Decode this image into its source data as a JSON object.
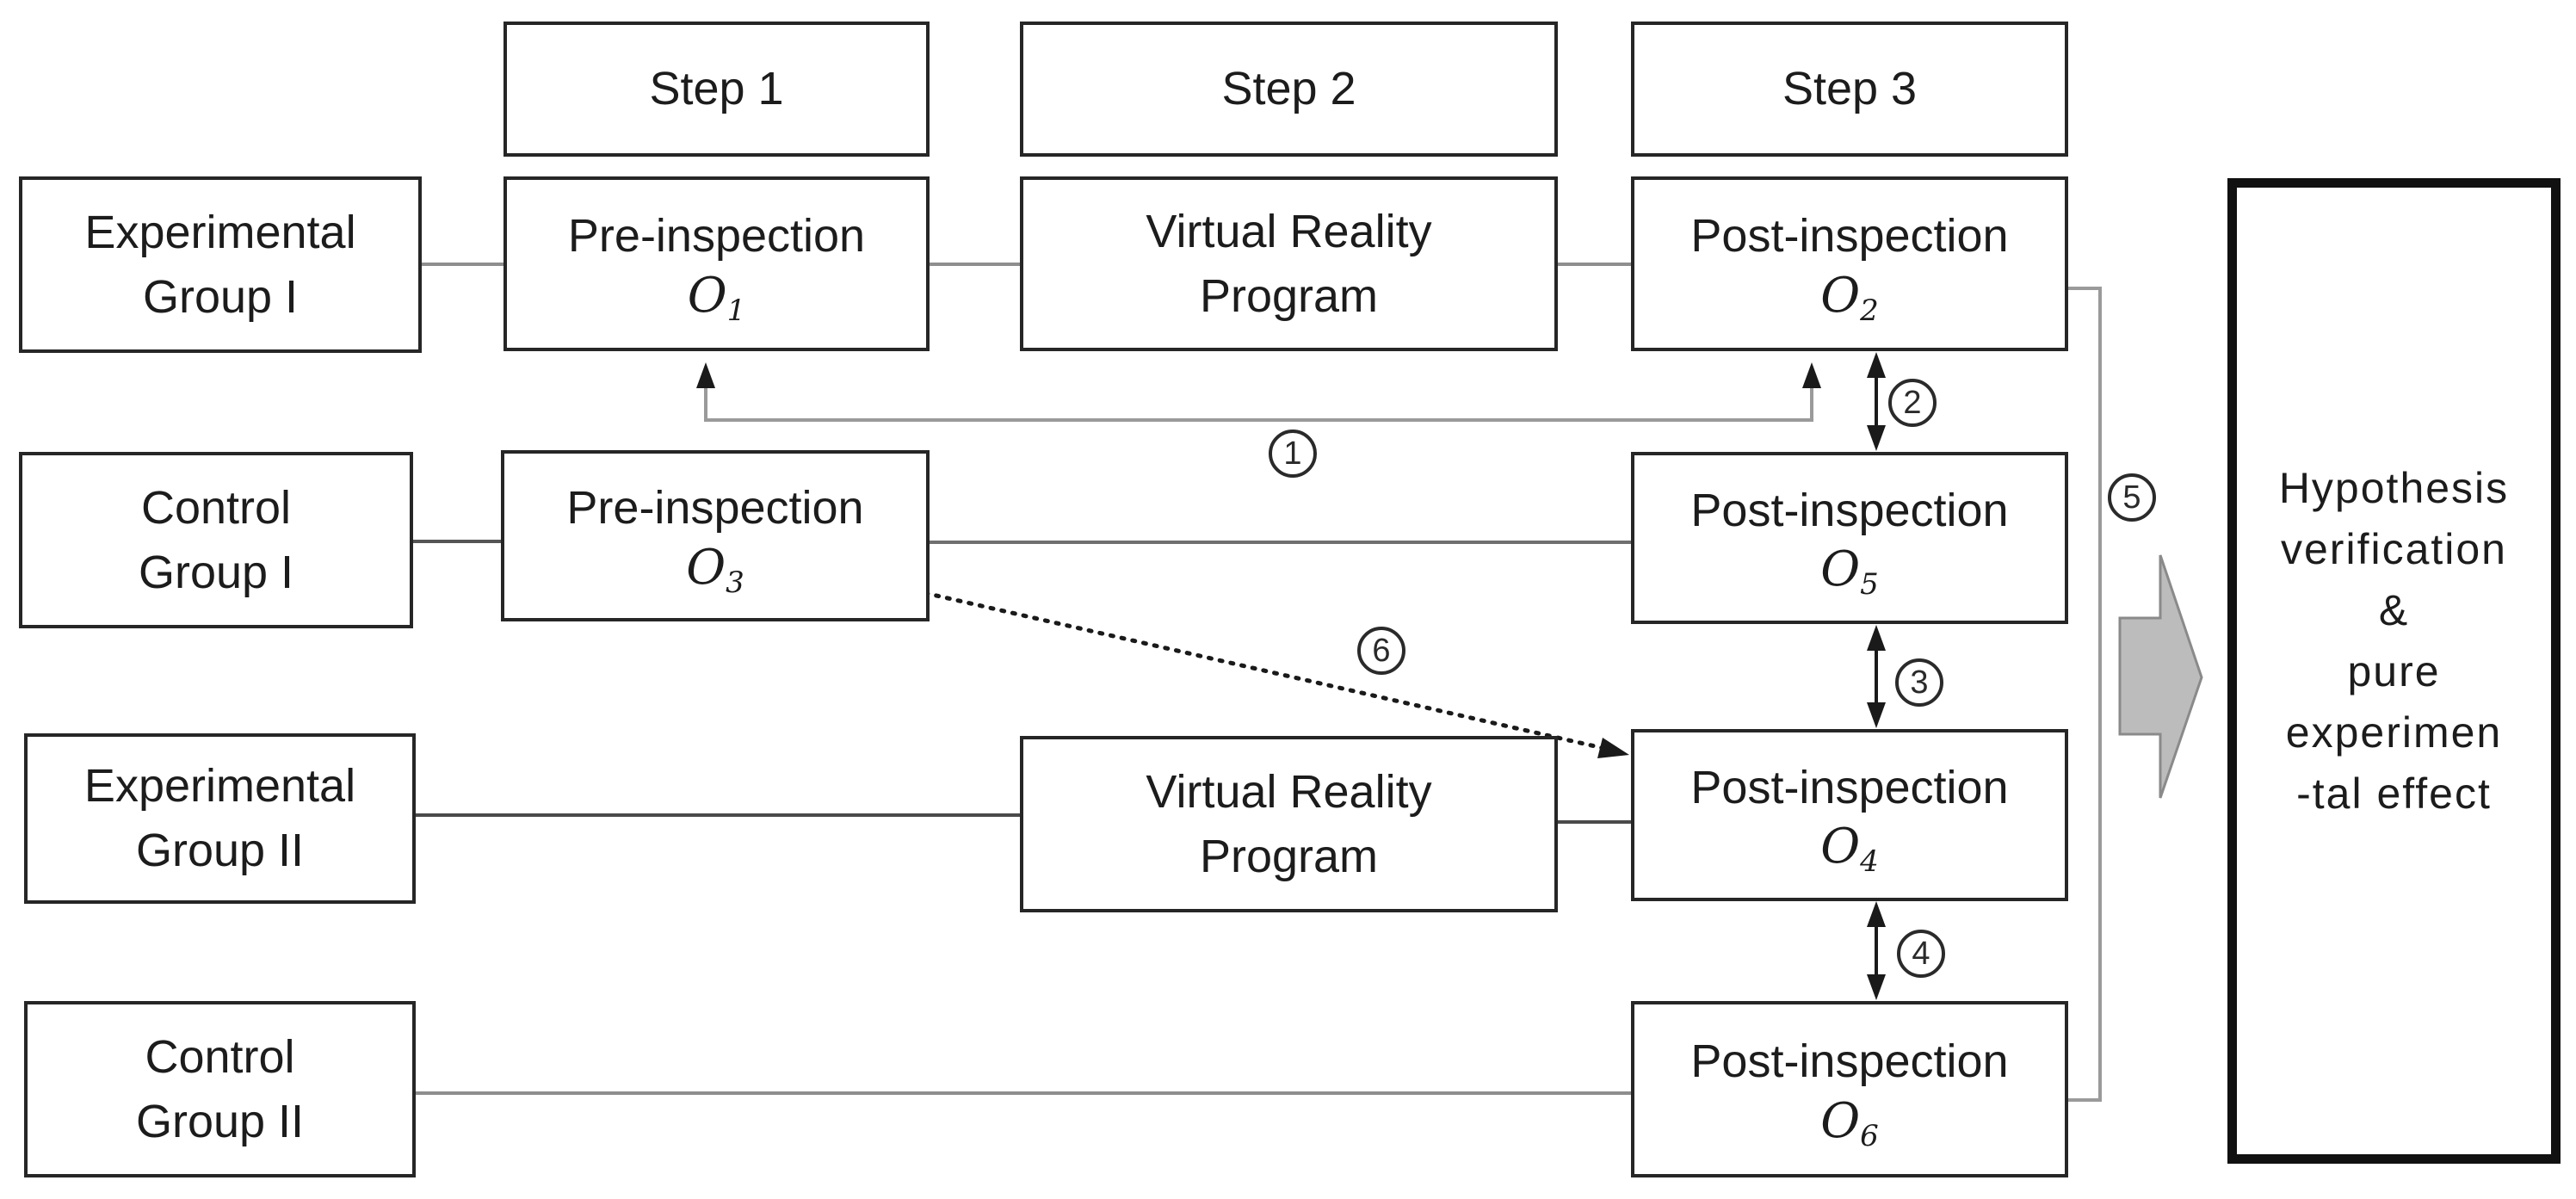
{
  "colors": {
    "box_border": "#262626",
    "result_border": "#111111",
    "connector_gray": "#8e8e8e",
    "arrow_black": "#1a1a1a",
    "block_arrow_fill": "#bcbcbc",
    "block_arrow_stroke": "#8a8a8a"
  },
  "steps": {
    "step1": "Step 1",
    "step2": "Step 2",
    "step3": "Step 3"
  },
  "groups": {
    "exp1": {
      "line1": "Experimental",
      "line2": "Group I"
    },
    "ctrl1": {
      "line1": "Control",
      "line2": "Group I"
    },
    "exp2": {
      "line1": "Experimental",
      "line2": "Group II"
    },
    "ctrl2": {
      "line1": "Control",
      "line2": "Group II"
    }
  },
  "nodes": {
    "pre_o1": {
      "label": "Pre-inspection",
      "symbol": "O",
      "sub": "1"
    },
    "vr1": {
      "line1": "Virtual Reality",
      "line2": "Program"
    },
    "post_o2": {
      "label": "Post-inspection",
      "symbol": "O",
      "sub": "2"
    },
    "pre_o3": {
      "label": "Pre-inspection",
      "symbol": "O",
      "sub": "3"
    },
    "post_o5": {
      "label": "Post-inspection",
      "symbol": "O",
      "sub": "5"
    },
    "vr2": {
      "line1": "Virtual Reality",
      "line2": "Program"
    },
    "post_o4": {
      "label": "Post-inspection",
      "symbol": "O",
      "sub": "4"
    },
    "post_o6": {
      "label": "Post-inspection",
      "symbol": "O",
      "sub": "6"
    }
  },
  "markers": {
    "m1": "1",
    "m2": "2",
    "m3": "3",
    "m4": "4",
    "m5": "5",
    "m6": "6"
  },
  "result": {
    "line1": "Hypothesis",
    "line2": "verification",
    "line3": "&",
    "line4": "pure",
    "line5": "experimen",
    "line6": "-tal effect"
  }
}
